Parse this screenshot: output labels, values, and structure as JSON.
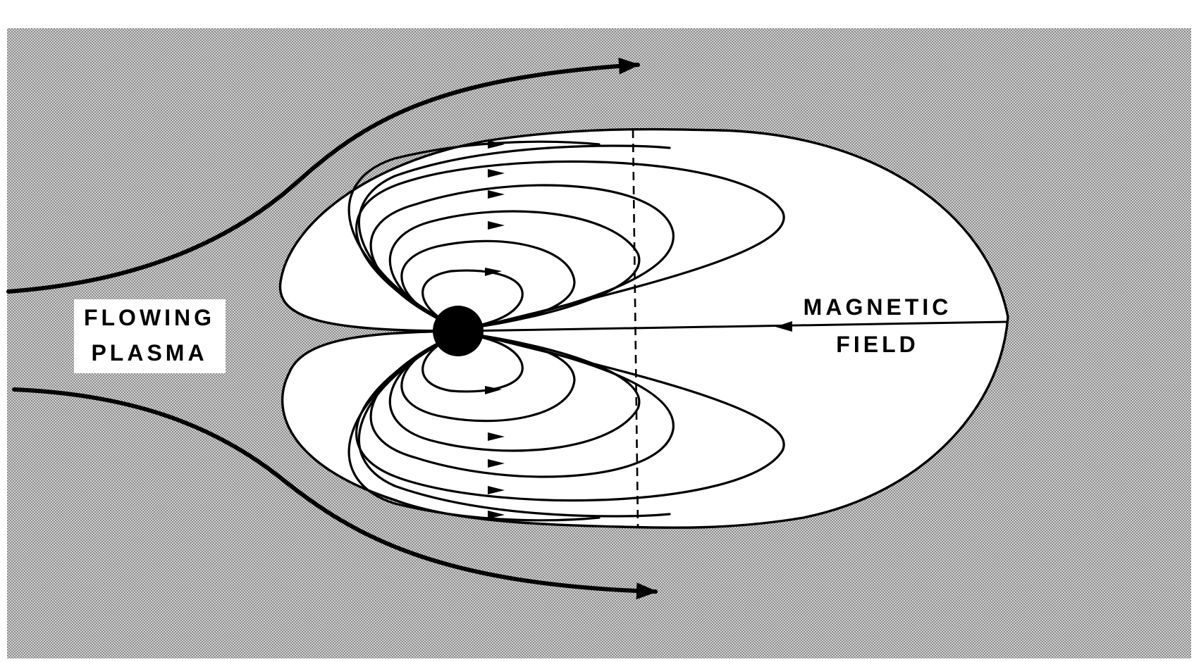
{
  "labels": {
    "flowing_plasma": [
      "FLOWING",
      "PLASMA"
    ],
    "magnetic_field": [
      "MAGNETIC",
      "FIELD"
    ]
  },
  "colors": {
    "background_stipple": "#b8b8b8",
    "line": "#000000",
    "interior": "#ffffff"
  },
  "icons": {
    "planet": "planet-body",
    "arrowhead": "arrowhead-icon"
  }
}
